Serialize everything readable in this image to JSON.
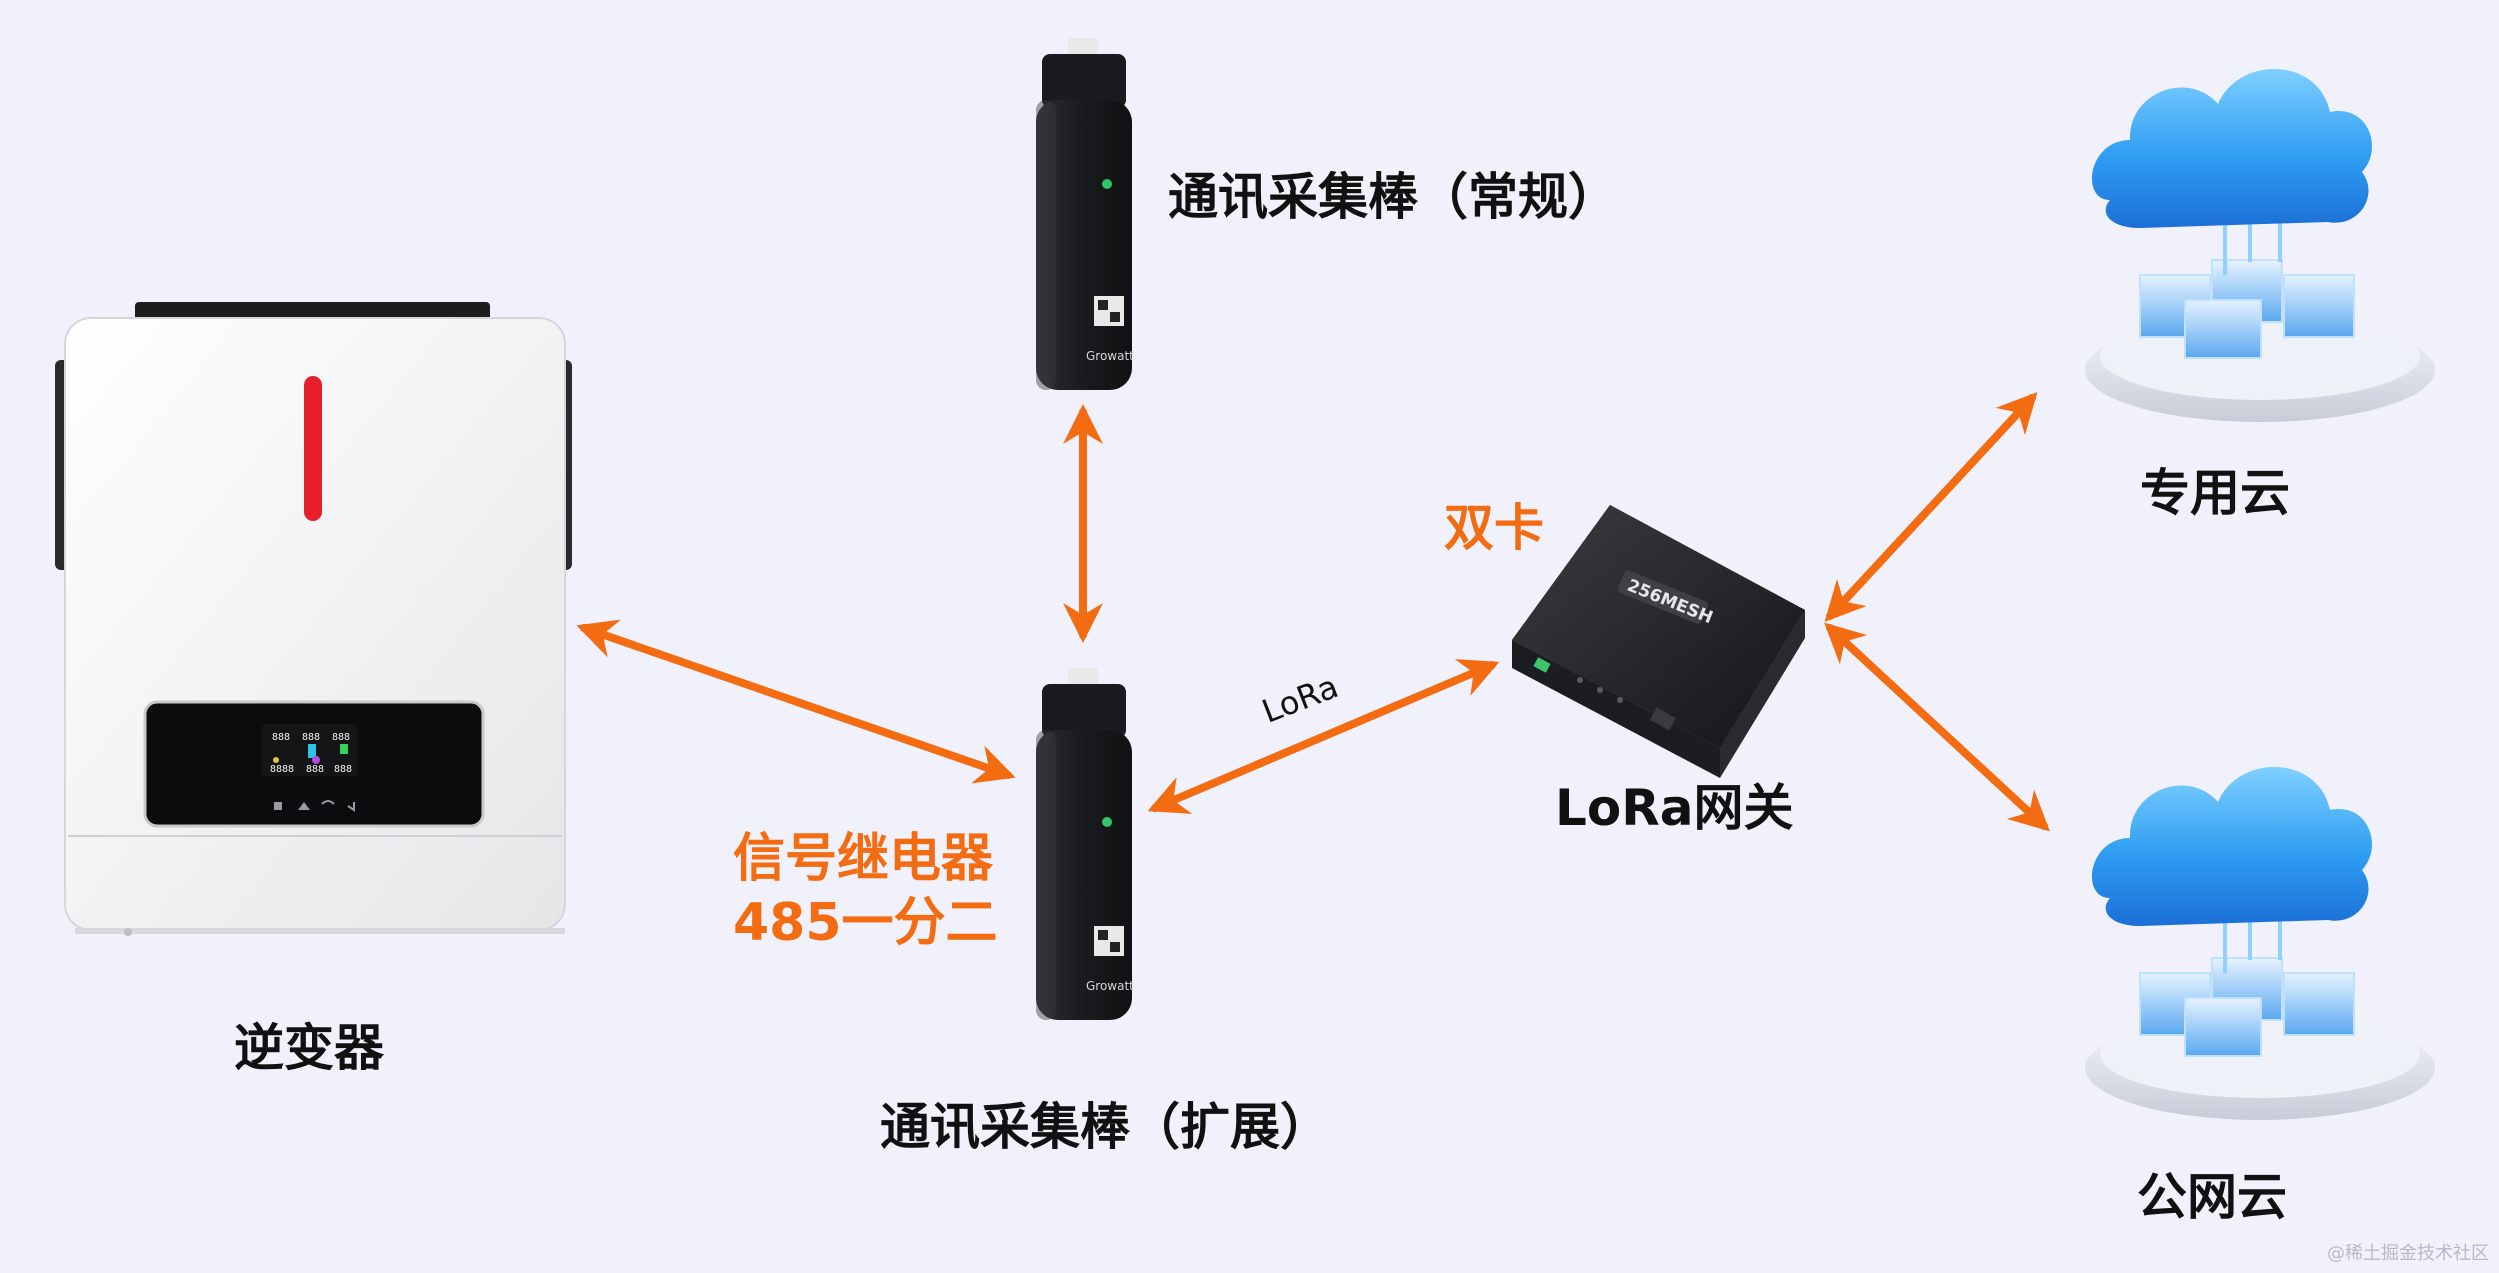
{
  "labels": {
    "collector_normal": "通讯采集棒（常规）",
    "collector_extend": "通讯采集棒（扩展）",
    "relay_line1": "信号继电器",
    "relay_line2": "485一分二",
    "inverter": "逆变器",
    "dual_card": "双卡",
    "lora_link": "LoRa",
    "gateway": "LoRa网关",
    "private_cloud": "专用云",
    "public_cloud": "公网云",
    "watermark": "@稀土掘金技术社区"
  },
  "devices": {
    "collector_brand": "Growatt",
    "gateway_brand": "MESH",
    "gateway_brand_prefix": "256",
    "inverter_display": [
      "888",
      "888",
      "888",
      "8888",
      "888",
      "888"
    ]
  },
  "colors": {
    "background": "#f0f1fb",
    "arrow": "#f36c12",
    "accent_text": "#f36c12",
    "text": "#111111",
    "inverter_body": "#f4f4f4",
    "inverter_led": "#e5202a",
    "device_dark": "#1e1f22",
    "cloud": "#3aa8f5"
  },
  "icons": [
    "inverter-icon",
    "collector-stick-icon",
    "gateway-icon",
    "cloud-server-icon"
  ]
}
